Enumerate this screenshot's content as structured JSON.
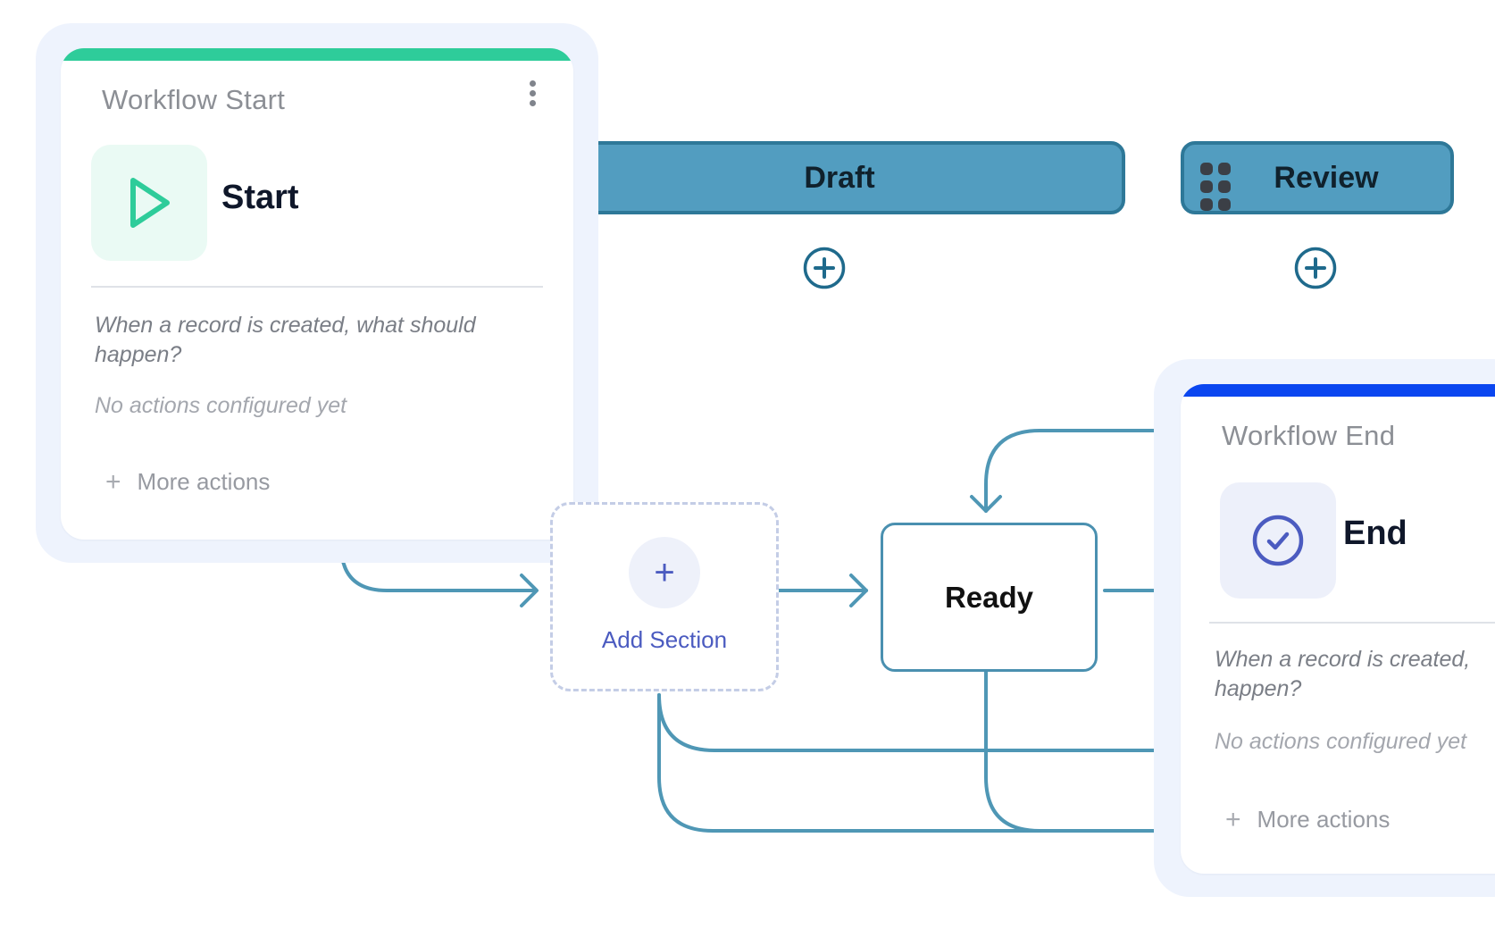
{
  "colors": {
    "start_accent": "#2ecc9a",
    "end_accent": "#0a46f0",
    "stage_fill": "#529dc0",
    "stage_border": "#2e7898",
    "connector": "#4f97b5",
    "add_section": "#4b5bc0"
  },
  "start_card": {
    "title": "Workflow Start",
    "node_name": "Start",
    "icon": "play-icon",
    "prompt_line1": "When a record is created, what should",
    "prompt_line2": "happen?",
    "empty_state": "No actions configured yet",
    "more_actions": "More actions"
  },
  "stages": [
    {
      "label": "Draft"
    },
    {
      "label": "Review"
    }
  ],
  "add_section": {
    "label": "Add Section",
    "icon": "plus-icon"
  },
  "ready_node": {
    "label": "Ready"
  },
  "end_card": {
    "title": "Workflow End",
    "node_name": "End",
    "icon": "check-circle-icon",
    "prompt_line1": "When a record is created,",
    "prompt_line2": "happen?",
    "empty_state": "No actions configured yet",
    "more_actions": "More actions"
  }
}
